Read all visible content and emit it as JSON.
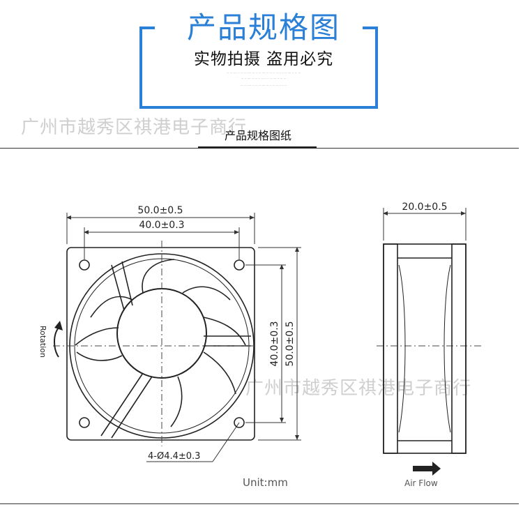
{
  "header": {
    "title": "产品规格图",
    "subtitle": "实物拍摄  盗用必究",
    "accent_color": "#2a7fd6"
  },
  "watermark": "广州市越秀区祺港电子商行",
  "section_title": "产品规格图纸",
  "front_view": {
    "outer_width": "50.0±0.5",
    "hole_spacing_width": "40.0±0.3",
    "hole_spacing_height": "40.0±0.3",
    "outer_height": "50.0±0.5",
    "holes": "4-Ø4.4±0.3",
    "rotation_label": "Rotation",
    "unit_label": "Unit:mm"
  },
  "side_view": {
    "depth": "20.0±0.5",
    "airflow_label": "Air Flow"
  }
}
